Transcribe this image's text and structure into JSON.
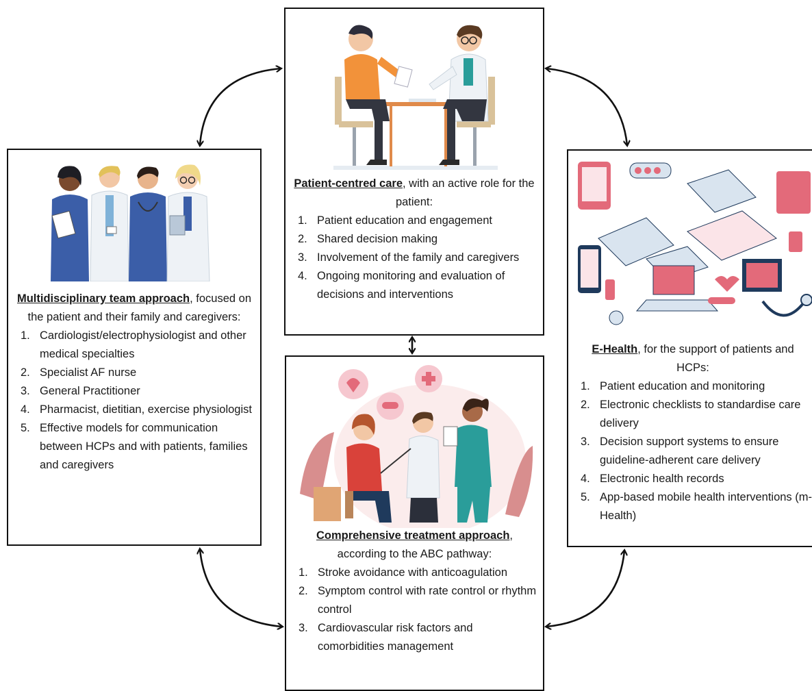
{
  "boxes": {
    "patient": {
      "title": "Patient-centred care",
      "subtitle": ", with an active role for the patient:",
      "items": [
        {
          "num": "1.",
          "text": "Patient education and engagement"
        },
        {
          "num": "2.",
          "text": "Shared decision making"
        },
        {
          "num": "3.",
          "text": "Involvement of the family and caregivers"
        },
        {
          "num": "4.",
          "text": "Ongoing monitoring and evaluation of decisions  and interventions"
        }
      ]
    },
    "team": {
      "title": "Multidisciplinary team approach",
      "subtitle": ", focused on the patient and their family and caregivers:",
      "items": [
        {
          "num": "1.",
          "text": "Cardiologist/electrophysiologist and other medical specialties"
        },
        {
          "num": "2.",
          "text": "Specialist AF nurse"
        },
        {
          "num": "3.",
          "text": "General Practitioner"
        },
        {
          "num": "4.",
          "text": "Pharmacist, dietitian, exercise physiologist"
        },
        {
          "num": "5.",
          "text": "Effective models for communication between HCPs and with patients, families and caregivers"
        }
      ]
    },
    "ehealth": {
      "title": "E-Health",
      "subtitle": ", for the support of patients and HCPs:",
      "items": [
        {
          "num": "1.",
          "text": "Patient education and monitoring"
        },
        {
          "num": "2.",
          "text": "Electronic checklists to standardise care delivery"
        },
        {
          "num": "3.",
          "text": "Decision support systems to ensure guideline-adherent care delivery"
        },
        {
          "num": "4.",
          "text": "Electronic health records"
        },
        {
          "num": "5.",
          "text": "App-based mobile health interventions (m-Health)"
        }
      ]
    },
    "treatment": {
      "title": "Comprehensive treatment approach",
      "subtitle": ", according to the ABC pathway:",
      "items": [
        {
          "num": "1.",
          "text": "Stroke avoidance with anticoagulation"
        },
        {
          "num": "2.",
          "text": "Symptom control with rate control or rhythm control"
        },
        {
          "num": "3.",
          "text": "Cardiovascular risk factors and comorbidities management"
        }
      ]
    }
  },
  "colors": {
    "skin": "#f2c7a5",
    "orange_shirt": "#f2923a",
    "scrubs_blue": "#3b5ea8",
    "teal": "#2a9d9a",
    "pink": "#e36a7a",
    "coat": "#eef2f6"
  }
}
